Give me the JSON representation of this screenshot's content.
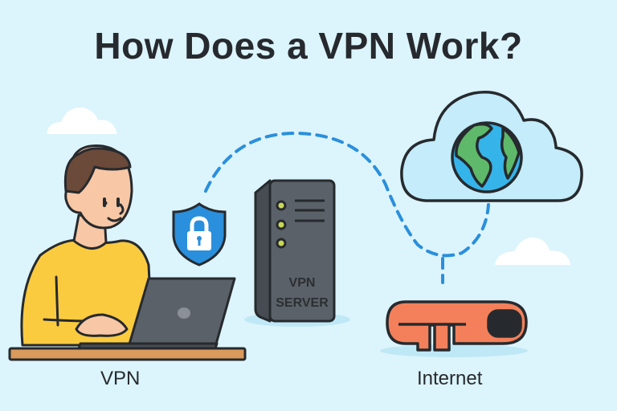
{
  "title": "How Does a VPN Work?",
  "labels": {
    "client": "VPN",
    "server_line1": "VPN",
    "server_line2": "SERVER",
    "internet": "Internet"
  },
  "icons": [
    "cloud-icon",
    "person-icon",
    "laptop-icon",
    "shield-lock-icon",
    "server-icon",
    "globe-cloud-icon",
    "router-icon"
  ],
  "colors": {
    "background": "#dcf4fb",
    "title": "#262a2e",
    "dash": "#2a8fdc",
    "shirt": "#fbcb3f",
    "shield": "#2a8fdc",
    "server": "#5b6168",
    "router": "#f3805a",
    "globe_water": "#35b4ea",
    "globe_land": "#5fb96a"
  }
}
